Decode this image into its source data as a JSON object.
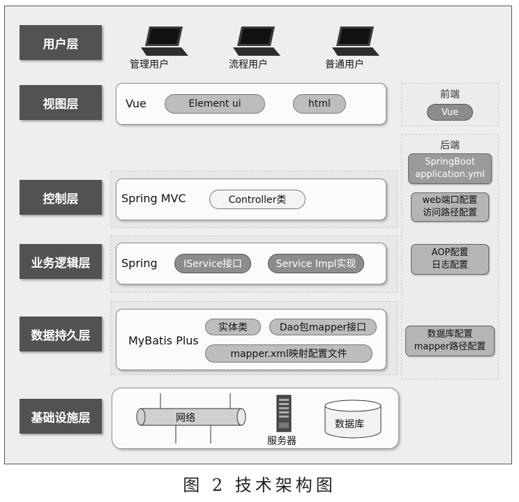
{
  "layers": {
    "user": "用户层",
    "view": "视图层",
    "control": "控制层",
    "business": "业务逻辑层",
    "persistence": "数据持久层",
    "infrastructure": "基础设施层"
  },
  "users": [
    "管理用户",
    "流程用户",
    "普通用户"
  ],
  "view_panel": {
    "title": "Vue",
    "items": [
      "Element ui",
      "html"
    ]
  },
  "control_panel": {
    "title": "Spring MVC",
    "items": [
      "Controller类"
    ]
  },
  "business_panel": {
    "title": "Spring",
    "items": [
      "IService接口",
      "Service Impl实现"
    ]
  },
  "persistence_panel": {
    "title": "MyBatis Plus",
    "items": [
      "实体类",
      "Dao包mapper接口",
      "mapper.xml映射配置文件"
    ]
  },
  "infra_panel": {
    "network": "网络",
    "server": "服务器",
    "database": "数据库"
  },
  "side": {
    "frontend_title": "前端",
    "frontend_item": "Vue",
    "backend_title": "后端",
    "boxes": [
      [
        "SpringBoot",
        "application.yml"
      ],
      [
        "web端口配置",
        "访问路径配置"
      ],
      [
        "AOP配置",
        "日志配置"
      ],
      [
        "数据库配置",
        "mapper路径配置"
      ]
    ]
  },
  "caption": "图 2 技术架构图"
}
